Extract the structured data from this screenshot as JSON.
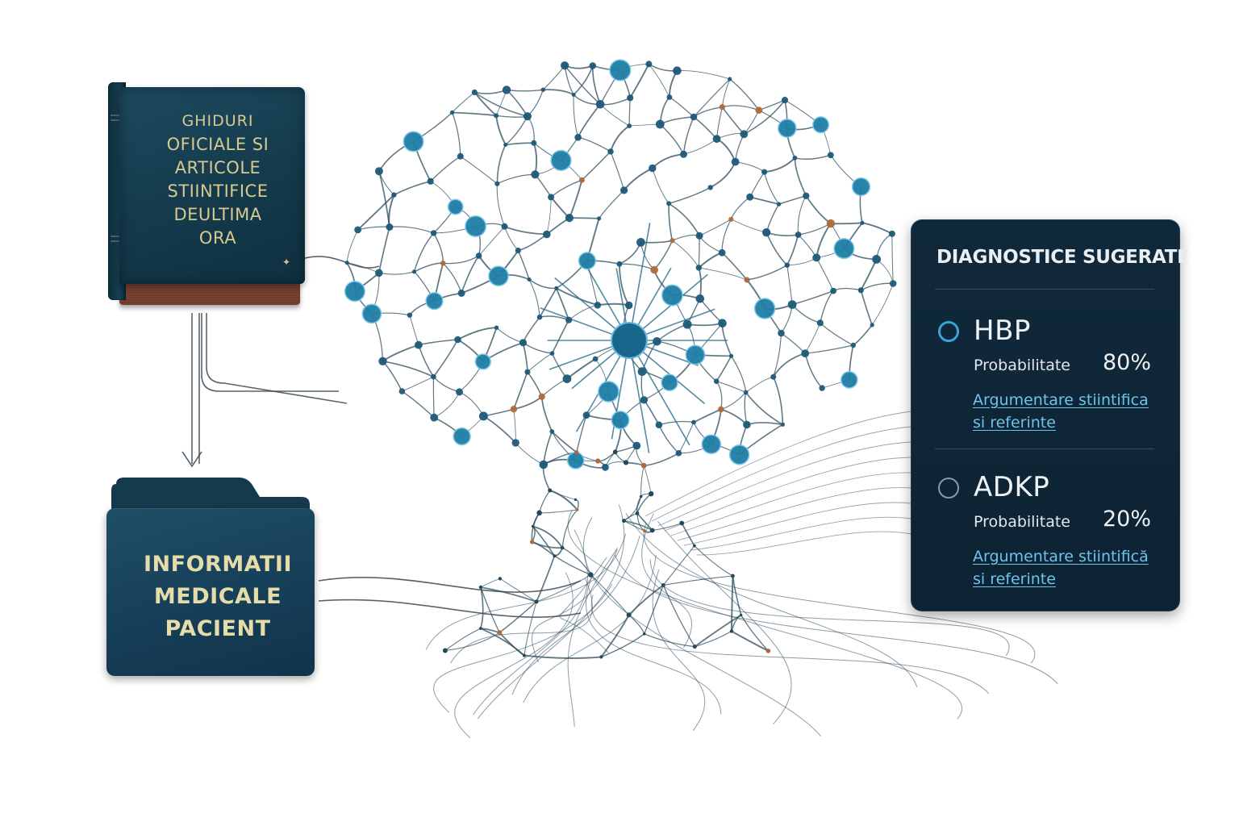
{
  "book": {
    "title_lines": [
      "GHIDURI",
      "OFICIALE SI",
      "ARTICOLE",
      "STIINTIFICE",
      "DEULTIMA",
      "ORA"
    ]
  },
  "folder": {
    "label_lines": [
      "INFORMATII",
      "MEDICALE",
      "PACIENT"
    ]
  },
  "panel": {
    "title": "DIAGNOSTICE SUGERATE",
    "diagnoses": [
      {
        "name": "HBP",
        "selected": true,
        "probability_label": "Probabilitate",
        "probability": "80%",
        "link_line1": "Argumentare stiintifica",
        "link_line2": "si referinte"
      },
      {
        "name": "ADKP",
        "selected": false,
        "probability_label": "Probabilitate",
        "probability": "20%",
        "link_line1": "Argumentare stiintifică",
        "link_line2": "si referinte"
      }
    ]
  },
  "colors": {
    "node": "#1f7ea6",
    "edge": "#2d4d5e",
    "accent": "#3aa3d9",
    "link": "#6ec3ea",
    "panel_bg": "#10293a",
    "book_text": "#d8c98f"
  }
}
